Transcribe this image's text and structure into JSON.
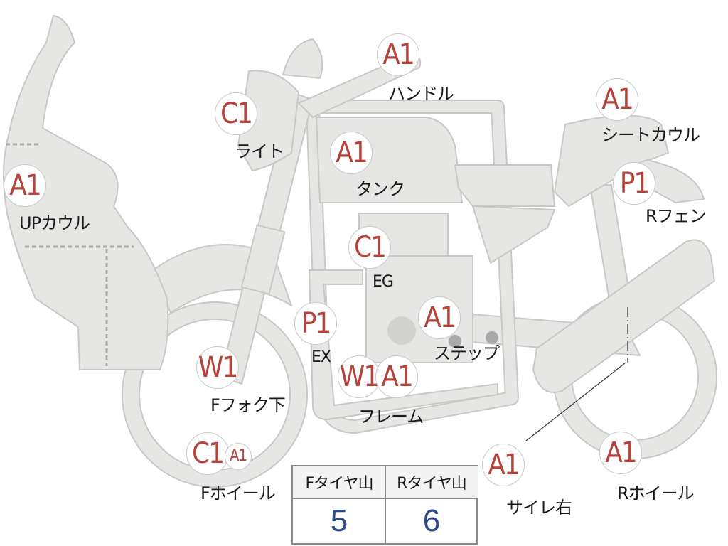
{
  "colors": {
    "part_fill": "#e6e6e4",
    "part_stroke": "#c8c8c6",
    "grade_text": "#b5433b",
    "tire_value": "#2c4a8c"
  },
  "parts": [
    {
      "id": "up-cowl",
      "grade": "A1",
      "label": "UPカウル"
    },
    {
      "id": "light",
      "grade": "C1",
      "label": "ライト"
    },
    {
      "id": "handle",
      "grade": "A1",
      "label": "ハンドル"
    },
    {
      "id": "tank",
      "grade": "A1",
      "label": "タンク"
    },
    {
      "id": "seat-cowl",
      "grade": "A1",
      "label": "シートカウル"
    },
    {
      "id": "r-fender",
      "grade": "P1",
      "label": "Rフェン"
    },
    {
      "id": "engine",
      "grade": "C1",
      "label": "EG"
    },
    {
      "id": "exhaust",
      "grade": "P1",
      "label": "EX"
    },
    {
      "id": "step",
      "grade": "A1",
      "label": "ステップ"
    },
    {
      "id": "f-fork",
      "grade": "W1",
      "label": "Fフォク下"
    },
    {
      "id": "frame",
      "grades": [
        "W1",
        "A1"
      ],
      "label": "フレーム"
    },
    {
      "id": "f-wheel",
      "grades": [
        "C1",
        "A1"
      ],
      "label": "Fホイール"
    },
    {
      "id": "silencer-r",
      "grade": "A1",
      "label": "サイレ右"
    },
    {
      "id": "r-wheel",
      "grade": "A1",
      "label": "Rホイール"
    }
  ],
  "tire": {
    "front_header": "Fタイヤ山",
    "front_value": "5",
    "rear_header": "Rタイヤ山",
    "rear_value": "6"
  }
}
